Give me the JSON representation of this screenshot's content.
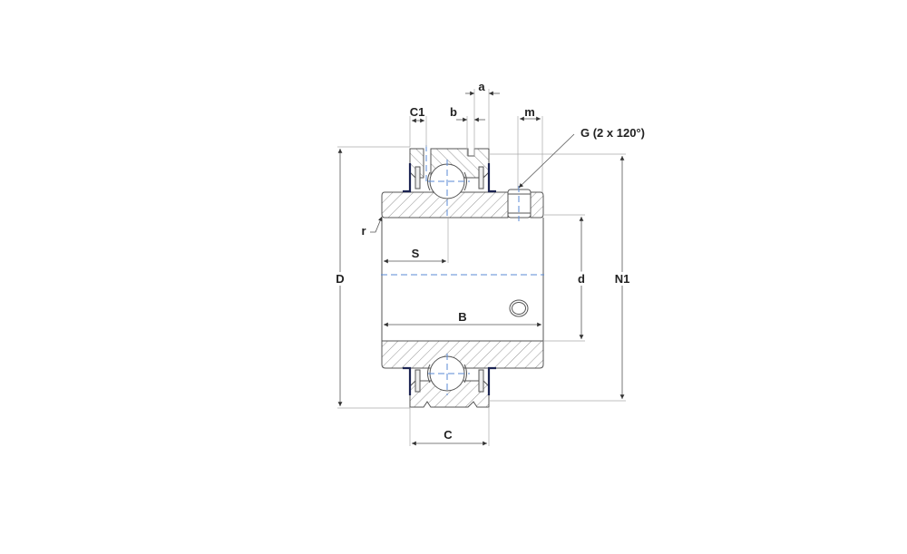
{
  "drawing": {
    "title": "Insert bearing with set screws",
    "labels": {
      "C1": "C1",
      "b": "b",
      "a": "a",
      "m": "m",
      "G": "G (2 x 120°)",
      "r": "r",
      "S": "S",
      "D": "D",
      "d": "d",
      "N1": "N1",
      "B": "B",
      "C": "C"
    },
    "colors": {
      "line": "#555555",
      "centerline": "#5a8ad6",
      "seal": "#1c2452"
    }
  }
}
